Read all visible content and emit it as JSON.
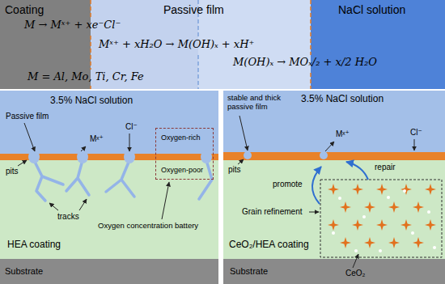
{
  "diagram": {
    "nodes": [
      {
        "text": [
          "Coating"
        ]
      },
      {
        "text": [
          "Passive film"
        ]
      },
      {
        "text": [
          "NaCl solution"
        ]
      },
      {
        "text": [
          "3.5% NaCl solution"
        ]
      },
      {
        "text": [
          "HEA coating"
        ]
      },
      {
        "text": [
          "Oxygen-rich",
          "Oxygen-poor"
        ]
      },
      {
        "text": [
          "Substrate"
        ]
      },
      {
        "text": [
          "3.5% NaCl solution"
        ]
      },
      {
        "text": [
          "CeO₂/HEA coating"
        ]
      },
      {
        "text": [
          "Substrate"
        ]
      }
    ],
    "labels": [
      "M → Mˣ⁺ + xe⁻Cl⁻",
      "Mˣ⁺ + xH₂O → M(OH)ₓ + xH⁺",
      "M(OH)ₓ → MOₓ/₂ + x/2 H₂O",
      "M = Al, Mo, Ti, Cr, Fe",
      "Passive film",
      "pits",
      "Mˣ⁺",
      "Cl⁻",
      "tracks",
      "Oxygen concentration battery",
      "stable and thick passive film",
      "pits",
      "Mˣ⁺",
      "repair",
      "Cl⁻",
      "promote",
      "Grain refinement",
      "CeO₂"
    ]
  }
}
